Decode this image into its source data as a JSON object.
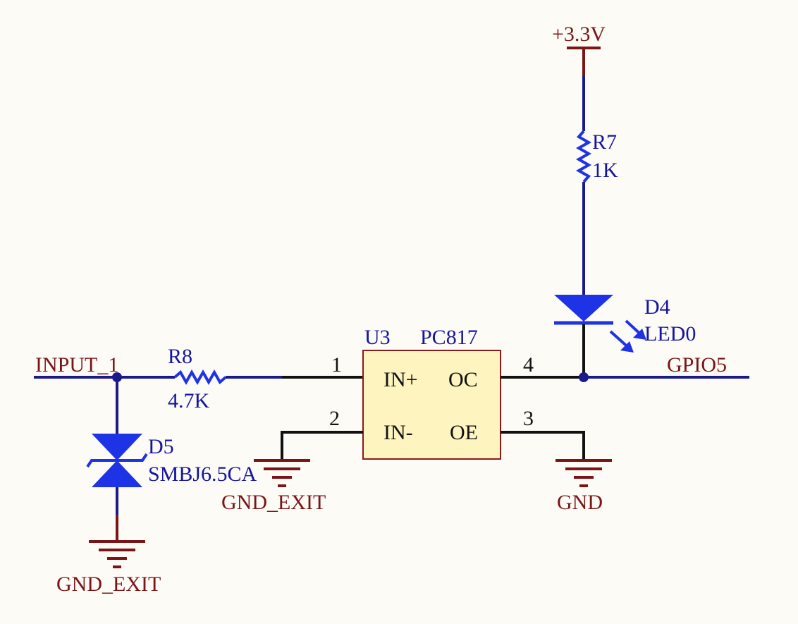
{
  "colors": {
    "background": "#fdfbf6",
    "wire": "#1a1a8c",
    "pin_wire": "#111111",
    "component": "#1e32e6",
    "power": "#7a1416",
    "ic_fill": "#fdf4c0",
    "ic_stroke": "#8a1a1a"
  },
  "nets": {
    "input": "INPUT_1",
    "output": "GPIO5",
    "supply": "+3.3V",
    "gnd_exit_left": "GND_EXIT",
    "gnd_exit_mid": "GND_EXIT",
    "gnd": "GND"
  },
  "components": {
    "r8": {
      "ref": "R8",
      "value": "4.7K"
    },
    "r7": {
      "ref": "R7",
      "value": "1K"
    },
    "d5": {
      "ref": "D5",
      "value": "SMBJ6.5CA"
    },
    "d4": {
      "ref": "D4",
      "value": "LED0"
    },
    "u3": {
      "ref": "U3",
      "value": "PC817",
      "pins": {
        "in_plus": {
          "number": "1",
          "name": "IN+"
        },
        "in_minus": {
          "number": "2",
          "name": "IN-"
        },
        "oe": {
          "number": "3",
          "name": "OE"
        },
        "oc": {
          "number": "4",
          "name": "OC"
        }
      }
    }
  }
}
